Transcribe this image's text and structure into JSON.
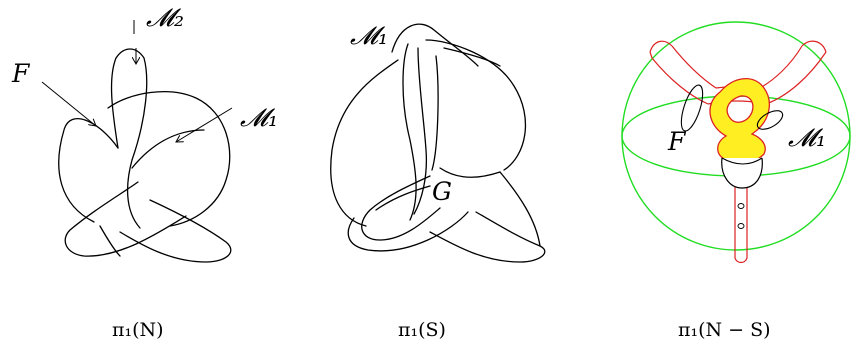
{
  "panels": [
    {
      "caption": "π₁(N)",
      "labels": {
        "F": "F",
        "M2": "𝓜₂",
        "M1": "𝓜₁"
      }
    },
    {
      "caption": "π₁(S)",
      "labels": {
        "M1": "𝓜₁",
        "G": "G"
      }
    },
    {
      "caption": "π₁(N − S)",
      "labels": {
        "F": "F",
        "M1": "𝓜₁"
      }
    }
  ],
  "colors": {
    "ink": "#000000",
    "sphere": "#22dd22",
    "tube": "#dd2222",
    "surface_fill": "#ffee22"
  }
}
